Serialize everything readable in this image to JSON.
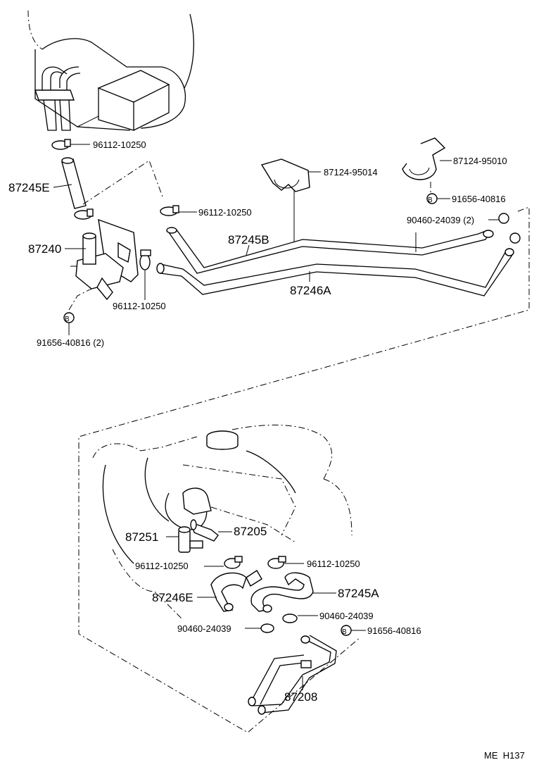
{
  "labels": {
    "p96112_a": "96112-10250",
    "p87245E": "87245E",
    "p87240": "87240",
    "p96112_b": "96112-10250",
    "p96112_c": "96112-10250",
    "p91656_a": "91656-40816 (2)",
    "p87124_95014": "87124-95014",
    "p87124_95010": "87124-95010",
    "p91656_b": "91656-40816",
    "p90460_a": "90460-24039 (2)",
    "p87245B": "87245B",
    "p87246A": "87246A",
    "p87251": "87251",
    "p87205": "87205",
    "p96112_d": "96112-10250",
    "p96112_e": "96112-10250",
    "p87246E": "87246E",
    "p87245A": "87245A",
    "p90460_b": "90460-24039",
    "p90460_c": "90460-24039",
    "p91656_c": "91656-40816",
    "p87208": "87208",
    "bolt_marker": "B",
    "code": "ME  H137"
  }
}
